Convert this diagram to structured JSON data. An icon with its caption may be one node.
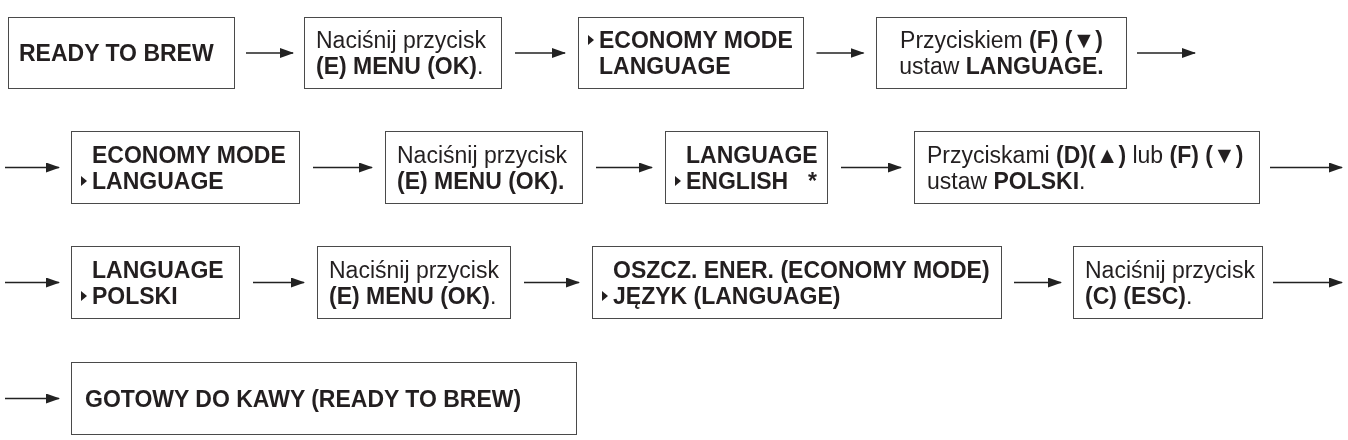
{
  "diagram": {
    "nodes": [
      {
        "text": [
          "READY TO BREW"
        ]
      },
      {
        "text": [
          "Naciśnij przycisk **(E) MENU (OK)**."
        ]
      },
      {
        "text": [
          "ECONOMY MODE",
          "LANGUAGE"
        ]
      },
      {
        "text": [
          "Przyciskiem **(F) (▼)** ustaw **LANGUAGE.**"
        ]
      },
      {
        "text": [
          "ECONOMY MODE",
          "LANGUAGE"
        ]
      },
      {
        "text": [
          "Naciśnij przycisk **(E) MENU (OK).**"
        ]
      },
      {
        "text": [
          "LANGUAGE",
          "ENGLISH",
          "*"
        ]
      },
      {
        "text": [
          "Przyciskami **(D)(▲)** lub **(F) (▼)** ustaw **POLSKI**."
        ]
      },
      {
        "text": [
          "LANGUAGE",
          "POLSKI"
        ]
      },
      {
        "text": [
          "Naciśnij przycisk **(E) MENU (OK)**."
        ]
      },
      {
        "text": [
          "OSZCZ. ENER. (ECONOMY MODE)",
          "JĘZYK (LANGUAGE)"
        ]
      },
      {
        "text": [
          "Naciśnij przycisk **(C) (ESC)**."
        ]
      },
      {
        "text": [
          "GOTOWY DO KAWY (READY TO BREW)"
        ]
      }
    ],
    "edges": [
      {
        "from": 0,
        "to": 1,
        "arrow": "to"
      },
      {
        "from": 1,
        "to": 2,
        "arrow": "to"
      },
      {
        "from": 2,
        "to": 3,
        "arrow": "to"
      },
      {
        "from": 3,
        "to": null,
        "arrow": "to"
      },
      {
        "from": null,
        "to": 4,
        "arrow": "to"
      },
      {
        "from": 4,
        "to": 5,
        "arrow": "to"
      },
      {
        "from": 5,
        "to": 6,
        "arrow": "to"
      },
      {
        "from": 6,
        "to": 7,
        "arrow": "to"
      },
      {
        "from": 7,
        "to": null,
        "arrow": "to"
      },
      {
        "from": null,
        "to": 8,
        "arrow": "to"
      },
      {
        "from": 8,
        "to": 9,
        "arrow": "to"
      },
      {
        "from": 9,
        "to": 10,
        "arrow": "to"
      },
      {
        "from": 10,
        "to": 11,
        "arrow": "to"
      },
      {
        "from": 11,
        "to": null,
        "arrow": "to"
      },
      {
        "from": null,
        "to": 12,
        "arrow": "to"
      }
    ]
  }
}
